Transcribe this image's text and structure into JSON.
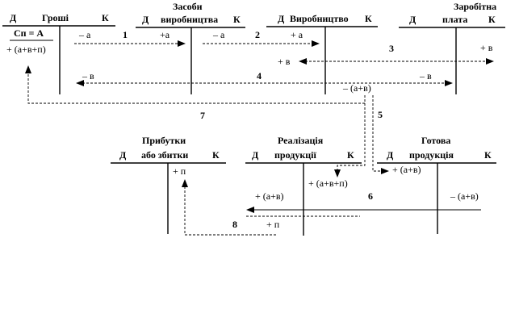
{
  "accounts": {
    "money": {
      "d": "Д",
      "title": "Гроші",
      "k": "К",
      "opening": "Сп = А",
      "entry_left": "+ (а+в+п)",
      "entry_right": "– а"
    },
    "means": {
      "title_1": "Засоби",
      "d": "Д",
      "title_2": "виробництва",
      "k": "К",
      "entry_left": "+а"
    },
    "production": {
      "d": "Д",
      "title": "Виробництво",
      "k": "К",
      "entry_left_a": "+ а",
      "entry_left_b": "+ в",
      "entry_right": "– (а+в)"
    },
    "wages": {
      "title_1": "Заробітна",
      "d": "Д",
      "title_2": "плата",
      "k": "К",
      "entry_right": "+ в"
    },
    "profit": {
      "title_1": "Прибутки",
      "d": "Д",
      "title_2": "або збитки",
      "k": "К",
      "entry_right": "+ п"
    },
    "sales": {
      "title_1": "Реалізація",
      "d": "Д",
      "title_2": "продукції",
      "k": "К",
      "entry_left": "+ (а+в)",
      "entry_right_a": "+ (а+в+п)",
      "entry_right_b": "+ п"
    },
    "finished": {
      "title_1": "Готова",
      "d": "Д",
      "title_2": "продукція",
      "k": "К",
      "entry_left": "+ (а+в)",
      "entry_right": "– (а+в)"
    }
  },
  "flows": {
    "minus_a_2": "– а",
    "minus_v_left": "– в",
    "minus_v_right": "– в"
  },
  "steps": [
    "1",
    "2",
    "3",
    "4",
    "5",
    "6",
    "7",
    "8"
  ]
}
